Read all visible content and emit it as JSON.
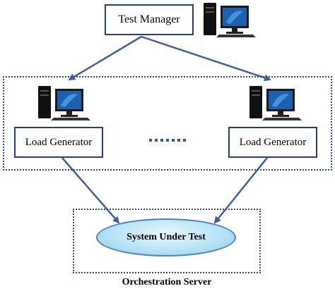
{
  "nodes": {
    "test_manager": "Test Manager",
    "load_generator_1": "Load Generator",
    "load_generator_2": "Load Generator",
    "system_under_test": "System Under Test",
    "orchestration_server": "Orchestration Server"
  },
  "icons": [
    "computer-icon",
    "computer-icon",
    "computer-icon"
  ],
  "colors": {
    "box_border": "#24406e",
    "arrow": "#3d5fa0",
    "ellipse_fill": "#b8e4f6",
    "dots": "#2f56a8"
  }
}
